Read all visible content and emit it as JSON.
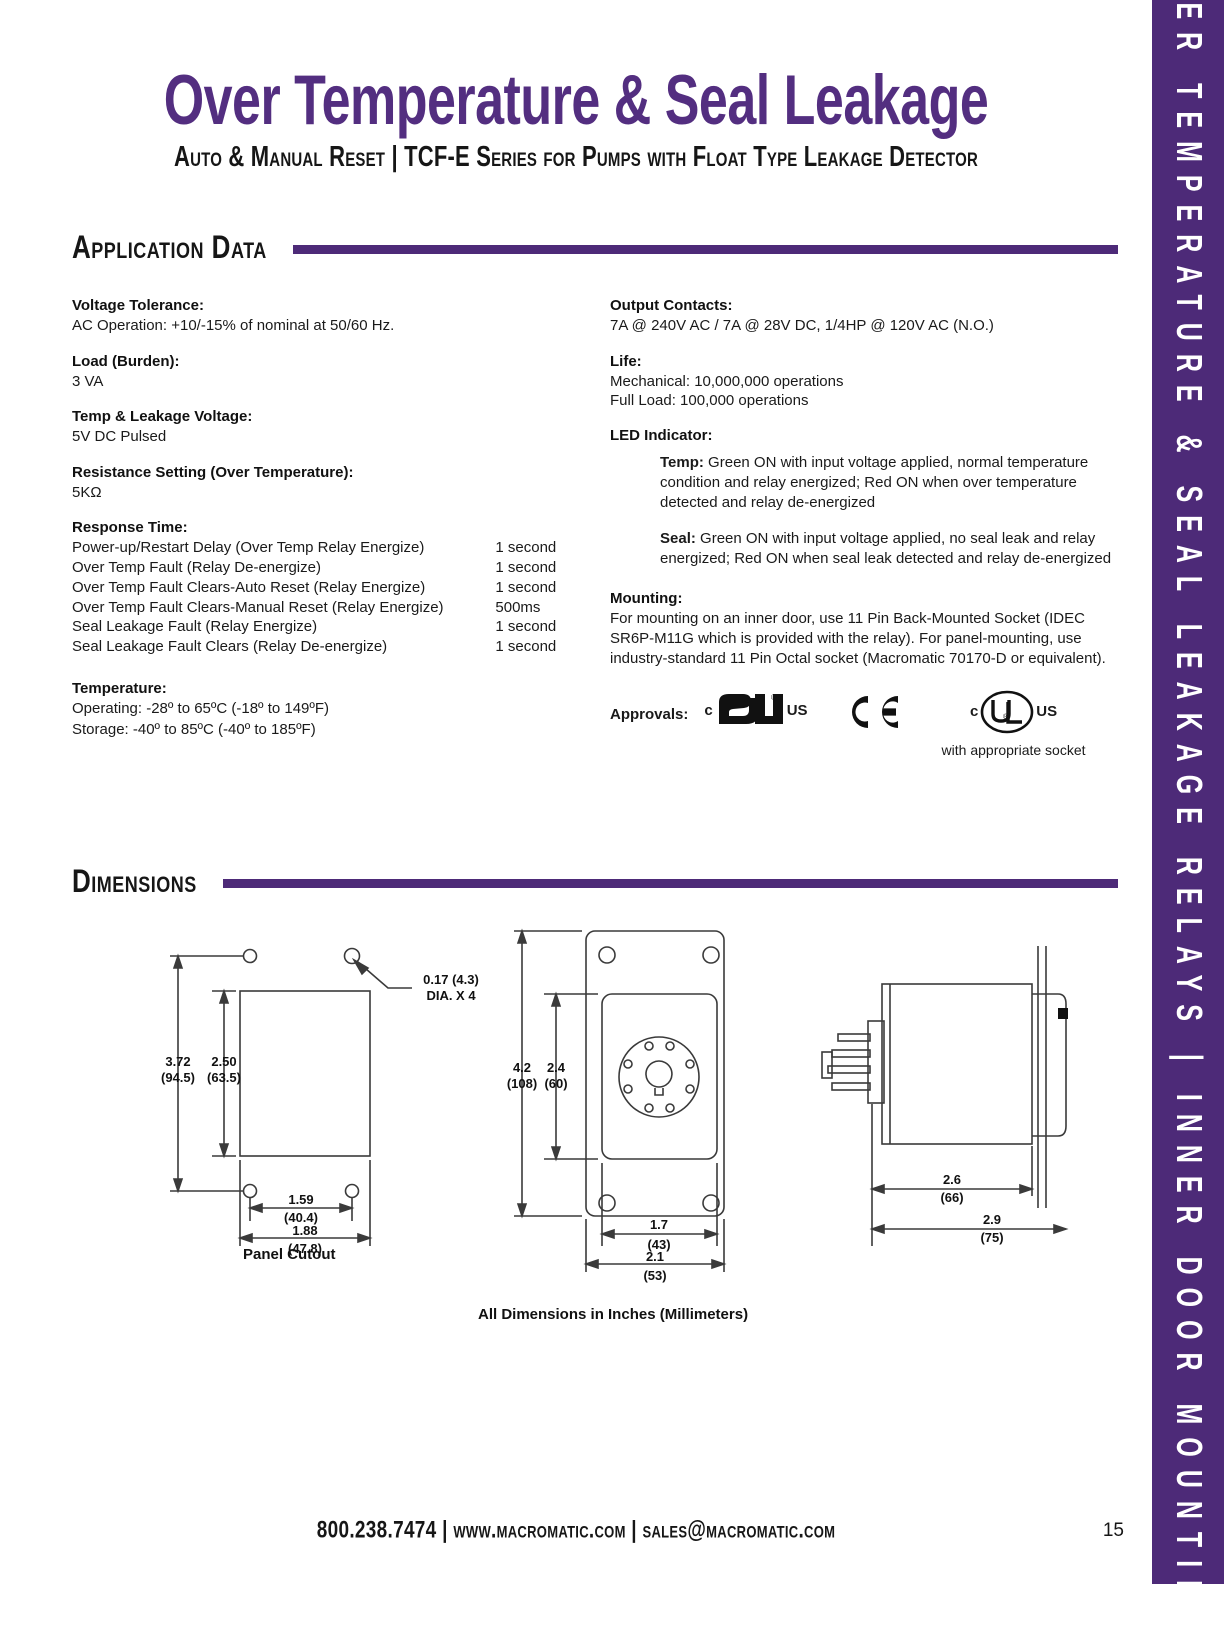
{
  "header": {
    "title": "Over Temperature & Seal Leakage",
    "subtitle": "Auto & Manual Reset  |  TCF-E Series for Pumps with Float Type Leakage Detector"
  },
  "side_tab": {
    "text": "OVER TEMPERATURE & SEAL LEAKAGE RELAYS | INNER DOOR MOUNTING",
    "background": "#4d2a78"
  },
  "accent_color": "#4d2a78",
  "sections": {
    "application_data": "Application Data",
    "dimensions": "Dimensions"
  },
  "left_column": {
    "voltage_tolerance": {
      "label": "Voltage Tolerance:",
      "value": "AC Operation: +10/-15% of nominal at 50/60 Hz."
    },
    "load_burden": {
      "label": "Load (Burden):",
      "value": "3 VA"
    },
    "temp_leakage_voltage": {
      "label": "Temp & Leakage Voltage:",
      "value": "5V DC Pulsed"
    },
    "resistance_setting": {
      "label": "Resistance Setting (Over Temperature):",
      "value": "5KΩ"
    },
    "response_time": {
      "label": "Response Time:",
      "rows": [
        {
          "name": "Power-up/Restart Delay (Over Temp Relay Energize)",
          "value": "1 second"
        },
        {
          "name": "Over Temp Fault (Relay De-energize)",
          "value": "1 second"
        },
        {
          "name": "Over Temp Fault Clears-Auto Reset (Relay Energize)",
          "value": "1 second"
        },
        {
          "name": "Over Temp Fault Clears-Manual Reset (Relay Energize)",
          "value": "500ms"
        },
        {
          "name": "Seal Leakage Fault (Relay Energize)",
          "value": "1 second"
        },
        {
          "name": "Seal Leakage Fault Clears (Relay De-energize)",
          "value": "1 second"
        }
      ]
    },
    "temperature": {
      "label": "Temperature:",
      "operating": "Operating: -28º to 65ºC (-18º to 149ºF)",
      "storage": "Storage: -40º to 85ºC (-40º to 185ºF)"
    }
  },
  "right_column": {
    "output_contacts": {
      "label": "Output Contacts:",
      "value": "7A @ 240V AC / 7A @ 28V DC, 1/4HP @ 120V AC (N.O.)"
    },
    "life": {
      "label": "Life:",
      "mechanical": "Mechanical:  10,000,000 operations",
      "full_load": "Full Load:  100,000 operations"
    },
    "led_indicator": {
      "label": "LED Indicator:",
      "temp_title": "Temp:",
      "temp_text": " Green ON with input voltage applied, normal temperature condition and relay energized; Red ON when over temperature detected and relay de-energized",
      "seal_title": "Seal:",
      "seal_text": " Green ON with input voltage applied, no seal leak and relay energized; Red ON when seal leak detected and relay de-energized"
    },
    "mounting": {
      "label": "Mounting:",
      "value": "For mounting on an inner door, use 11 Pin Back-Mounted Socket (IDEC SR6P-M11G which is provided with the relay). For panel-mounting, use industry-standard 11 Pin Octal socket (Macromatic 70170-D or equivalent)."
    },
    "approvals": {
      "label": "Approvals:",
      "marks": [
        {
          "name": "cURus",
          "prefix": "c",
          "suffix": "US"
        },
        {
          "name": "CE",
          "prefix": "",
          "suffix": ""
        },
        {
          "name": "cULus",
          "prefix": "c",
          "suffix": "US",
          "note": "with appropriate socket"
        }
      ]
    }
  },
  "dimensions": {
    "panel_cutout": {
      "caption": "Panel Cutout",
      "hole_callout_line1": "0.17 (4.3)",
      "hole_callout_line2": "DIA. X 4",
      "height_overall": {
        "in": "3.72",
        "mm": "(94.5)"
      },
      "height_cutout": {
        "in": "2.50",
        "mm": "(63.5)"
      },
      "width_holes": {
        "in": "1.59",
        "mm": "(40.4)"
      },
      "width_overall": {
        "in": "1.88",
        "mm": "(47.8)"
      }
    },
    "front_view": {
      "height_overall": {
        "in": "4.2",
        "mm": "(108)"
      },
      "height_window": {
        "in": "2.4",
        "mm": "(60)"
      },
      "width_inner": {
        "in": "1.7",
        "mm": "(43)"
      },
      "width_overall": {
        "in": "2.1",
        "mm": "(53)"
      }
    },
    "side_view": {
      "depth_body": {
        "in": "2.6",
        "mm": "(66)"
      },
      "depth_overall": {
        "in": "2.9",
        "mm": "(75)"
      }
    },
    "units_note": "All Dimensions in Inches (Millimeters)"
  },
  "footer": {
    "contact": "800.238.7474  |  www.macromatic.com  |  sales@macromatic.com",
    "page_number": "15"
  }
}
